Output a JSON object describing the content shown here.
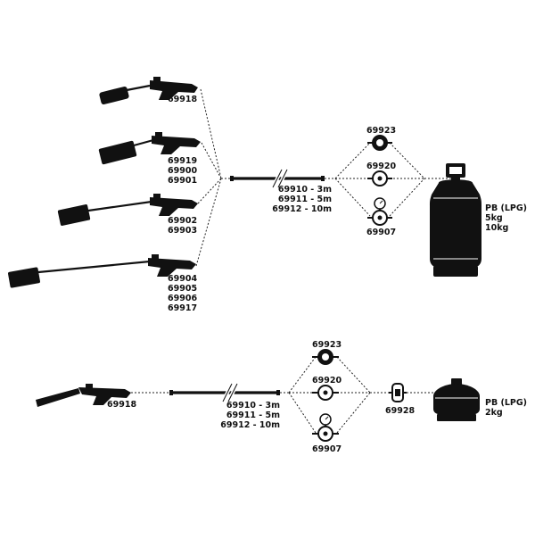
{
  "diagram": {
    "top": {
      "torches": [
        {
          "codes": [
            "69918"
          ]
        },
        {
          "codes": [
            "69919",
            "69900",
            "69901"
          ]
        },
        {
          "codes": [
            "69902",
            "69903"
          ]
        },
        {
          "codes": [
            "69904",
            "69905",
            "69906",
            "69917"
          ]
        }
      ],
      "hose_codes": [
        "69910 - 3m",
        "69911 - 5m",
        "69912 - 10m"
      ],
      "regulators": [
        {
          "code": "69923"
        },
        {
          "code": "69920"
        },
        {
          "code": "69907"
        }
      ],
      "cylinder": {
        "lines": [
          "PB (LPG)",
          "5kg",
          "10kg"
        ]
      }
    },
    "bottom": {
      "torch": {
        "code": "69918"
      },
      "hose_codes": [
        "69910 - 3m",
        "69911 - 5m",
        "69912 - 10m"
      ],
      "regulators": [
        {
          "code": "69923"
        },
        {
          "code": "69920"
        },
        {
          "code": "69907"
        }
      ],
      "adapter": {
        "code": "69928"
      },
      "cylinder": {
        "lines": [
          "PB (LPG)",
          "2kg"
        ]
      }
    }
  }
}
